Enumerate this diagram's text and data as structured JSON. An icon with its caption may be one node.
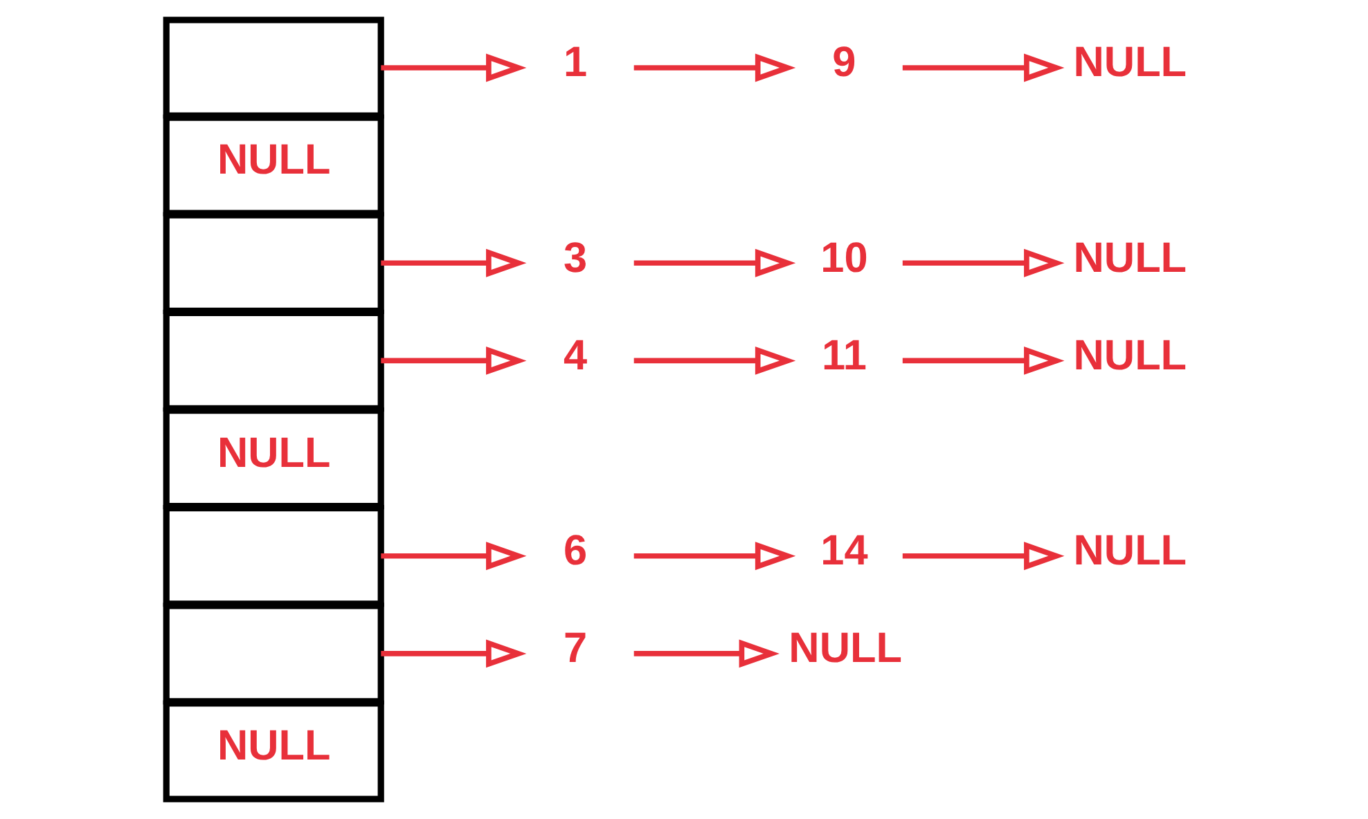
{
  "diagram": {
    "nodes": [
      {
        "text": [],
        "shape": "box"
      },
      {
        "text": [
          "NULL"
        ]
      },
      {
        "text": [],
        "shape": "box"
      },
      {
        "text": [],
        "shape": "box"
      },
      {
        "text": [
          "NULL"
        ]
      },
      {
        "text": [],
        "shape": "box"
      },
      {
        "text": [],
        "shape": "box"
      },
      {
        "text": [
          "NULL"
        ]
      },
      {
        "text": [
          "1"
        ]
      },
      {
        "text": [
          "9"
        ]
      },
      {
        "text": [
          "NULL"
        ]
      },
      {
        "text": [
          "3"
        ]
      },
      {
        "text": [
          "10"
        ]
      },
      {
        "text": [
          "NULL"
        ]
      },
      {
        "text": [
          "4"
        ]
      },
      {
        "text": [
          "11"
        ]
      },
      {
        "text": [
          "NULL"
        ]
      },
      {
        "text": [
          "6"
        ]
      },
      {
        "text": [
          "14"
        ]
      },
      {
        "text": [
          "NULL"
        ]
      },
      {
        "text": [
          "7"
        ]
      },
      {
        "text": [
          "NULL"
        ]
      }
    ],
    "edges": [
      {
        "from": 0,
        "to": 8,
        "arrow": "to"
      },
      {
        "from": 8,
        "to": 9,
        "arrow": "to"
      },
      {
        "from": 9,
        "to": 10,
        "arrow": "to"
      },
      {
        "from": 2,
        "to": 11,
        "arrow": "to"
      },
      {
        "from": 11,
        "to": 12,
        "arrow": "to"
      },
      {
        "from": 12,
        "to": 13,
        "arrow": "to"
      },
      {
        "from": 3,
        "to": 14,
        "arrow": "to"
      },
      {
        "from": 14,
        "to": 15,
        "arrow": "to"
      },
      {
        "from": 15,
        "to": 16,
        "arrow": "to"
      },
      {
        "from": 5,
        "to": 17,
        "arrow": "to"
      },
      {
        "from": 17,
        "to": 18,
        "arrow": "to"
      },
      {
        "from": 18,
        "to": 19,
        "arrow": "to"
      },
      {
        "from": 6,
        "to": 20,
        "arrow": "to"
      },
      {
        "from": 20,
        "to": 21,
        "arrow": "to"
      }
    ]
  }
}
